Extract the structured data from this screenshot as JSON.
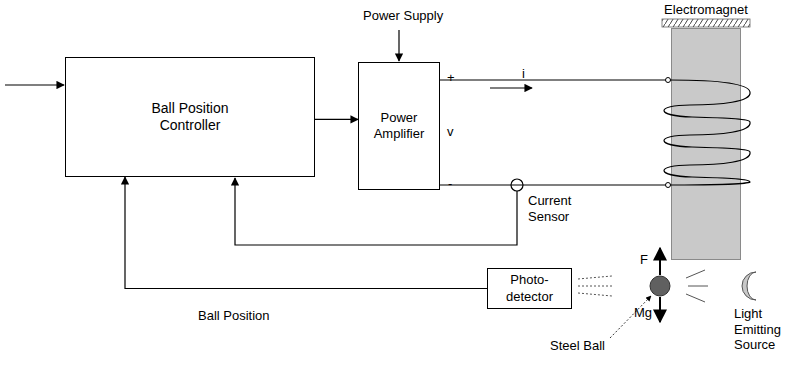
{
  "diagram": {
    "nodes": [
      {
        "text": [
          "Ball Position Controller"
        ]
      },
      {
        "text": [
          "Power Amplifier"
        ]
      },
      {
        "text": [
          "Electromagnet"
        ]
      },
      {
        "text": [
          "Photo-detector"
        ]
      }
    ],
    "edges": [
      {
        "from": 0,
        "to": 1,
        "arrow": "to"
      },
      {
        "from": 3,
        "to": 0,
        "label": "Ball Position",
        "arrow": "to"
      },
      {
        "from": 1,
        "to": 2,
        "arrow": "none"
      },
      {
        "from": 1,
        "to": 2,
        "arrow": "none"
      }
    ],
    "labels": [
      "Power Supply",
      "+",
      "v",
      "-",
      "i",
      "Current Sensor",
      "F",
      "Mg",
      "Steel Ball",
      "Light Emitting Source"
    ]
  }
}
